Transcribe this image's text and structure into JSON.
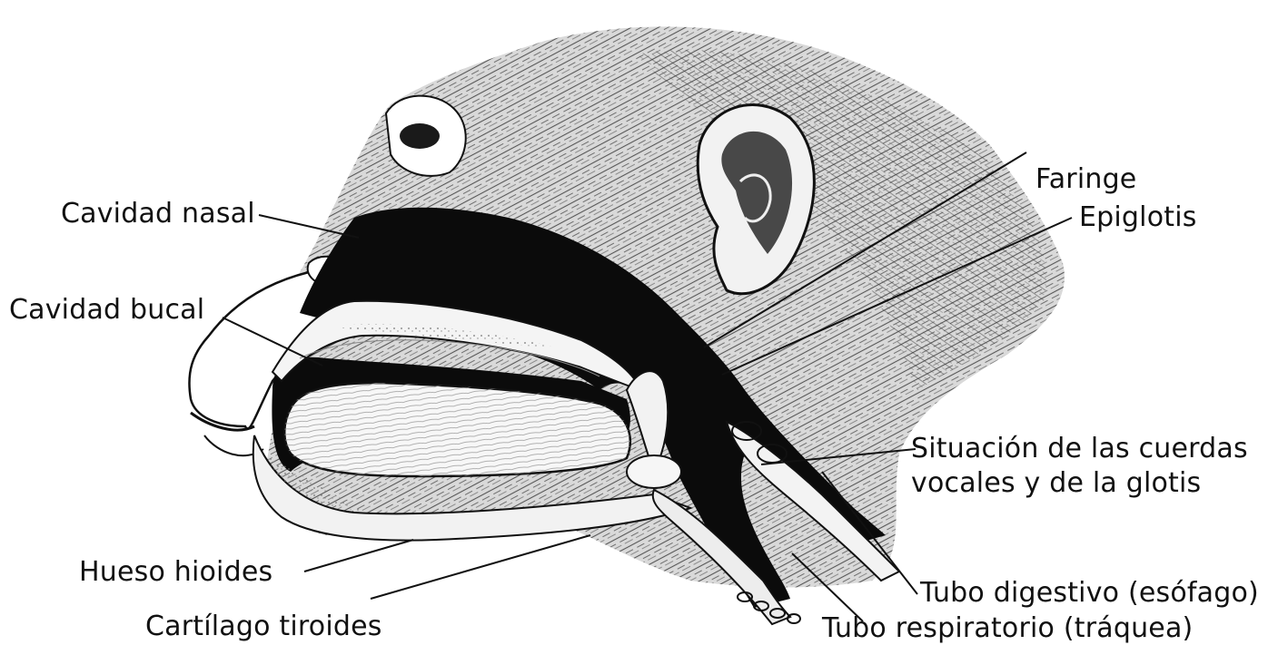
{
  "colors": {
    "background": "#ffffff",
    "ink": "#111111",
    "fur": "#6a6a6a",
    "tissue": "#eeeeee"
  },
  "labels": {
    "cavidad_nasal": "Cavidad nasal",
    "cavidad_bucal": "Cavidad bucal",
    "hueso_hioides": "Hueso hioides",
    "cartilago_tiroides": "Cartílago tiroides",
    "faringe": "Faringe",
    "epiglotis": "Epiglotis",
    "cuerdas_line1": "Situación de las cuerdas",
    "cuerdas_line2": "vocales y de la glotis",
    "tubo_digestivo": "Tubo digestivo (esófago)",
    "tubo_respiratorio": "Tubo respiratorio (tráquea)"
  }
}
